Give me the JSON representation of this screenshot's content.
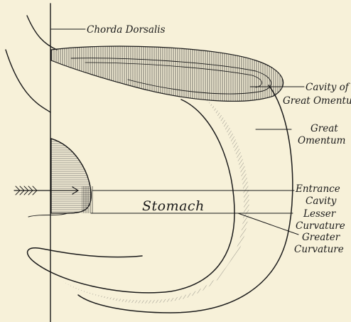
{
  "labels": {
    "chorda_dorsalis": "Chorda Dorsalis",
    "cavity_line1": "Cavity of",
    "cavity_line2": "Great Omentum",
    "omentum_line1": "Great",
    "omentum_line2": "Omentum",
    "entrance_line1": "Entrance",
    "entrance_line2": "Cavity",
    "lesser_line1": "Lesser",
    "lesser_line2": "Curvature",
    "greater_line1": "Greater",
    "greater_line2": "Curvature",
    "stomach": "Stomach"
  },
  "colors": {
    "paper": "#f7f1d9",
    "ink": "#1a1a1a"
  }
}
